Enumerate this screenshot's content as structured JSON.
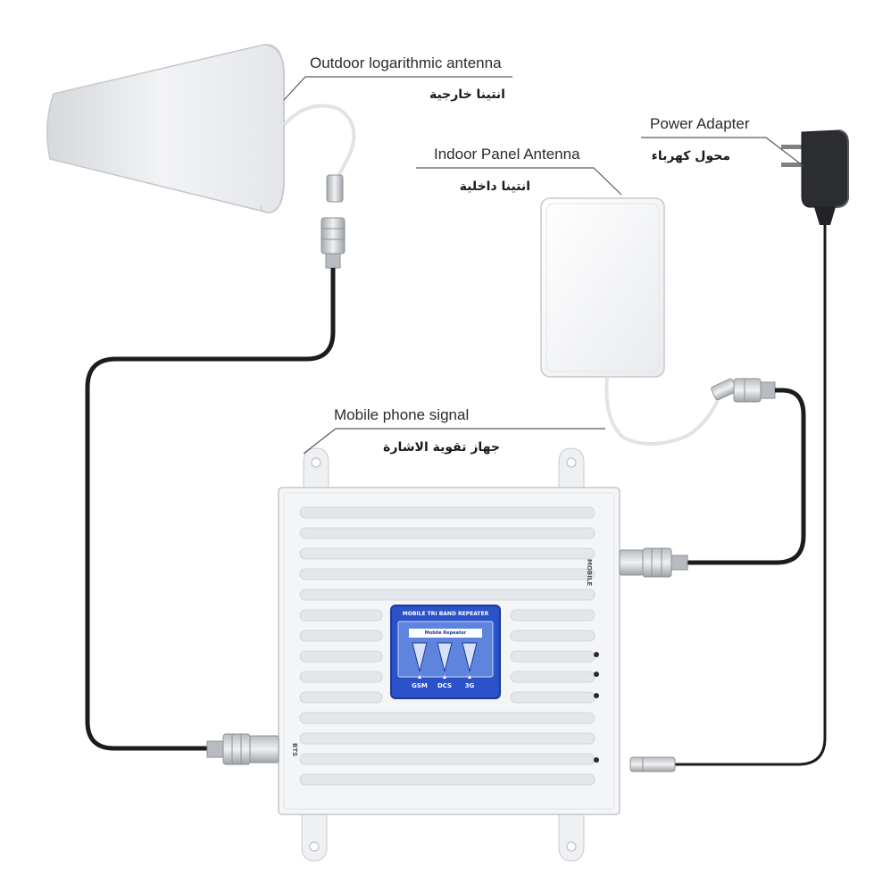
{
  "labels": {
    "outdoor_antenna_en": "Outdoor logarithmic antenna",
    "outdoor_antenna_ar": "انتينا خارجية",
    "indoor_antenna_en": "Indoor Panel Antenna",
    "indoor_antenna_ar": "انتينا داخلية",
    "power_adapter_en": "Power Adapter",
    "power_adapter_ar": "محول كهرباء",
    "repeater_en": "Mobile phone signal",
    "repeater_ar": "جهاز تقوية الاشارة"
  },
  "repeater_panel": {
    "title": "MOBILE TRI BAND REPEATER",
    "subtitle": "Mobile Repeater",
    "bands": [
      "GSM",
      "DCS",
      "3G"
    ],
    "port_top": "MOBILE",
    "port_bottom": "BTS"
  },
  "colors": {
    "cable": "#1c1c1c",
    "panel_blue": "#2b52c8",
    "housing": "#f4f5f7",
    "slot": "#e3e6ea"
  }
}
